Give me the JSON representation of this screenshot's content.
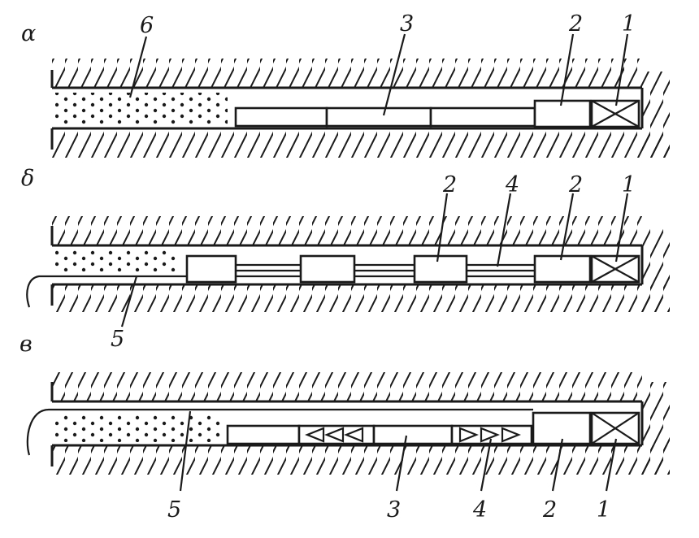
{
  "panels": [
    {
      "letter": "α",
      "labels": {
        "n6": "6",
        "n3": "3",
        "n2": "2",
        "n1": "1"
      }
    },
    {
      "letter": "δ",
      "labels": {
        "n2a": "2",
        "n4": "4",
        "n2b": "2",
        "n1": "1",
        "n5": "5"
      }
    },
    {
      "letter": "в",
      "labels": {
        "n5": "5",
        "n3": "3",
        "n4": "4",
        "n2": "2",
        "n1": "1"
      }
    }
  ]
}
